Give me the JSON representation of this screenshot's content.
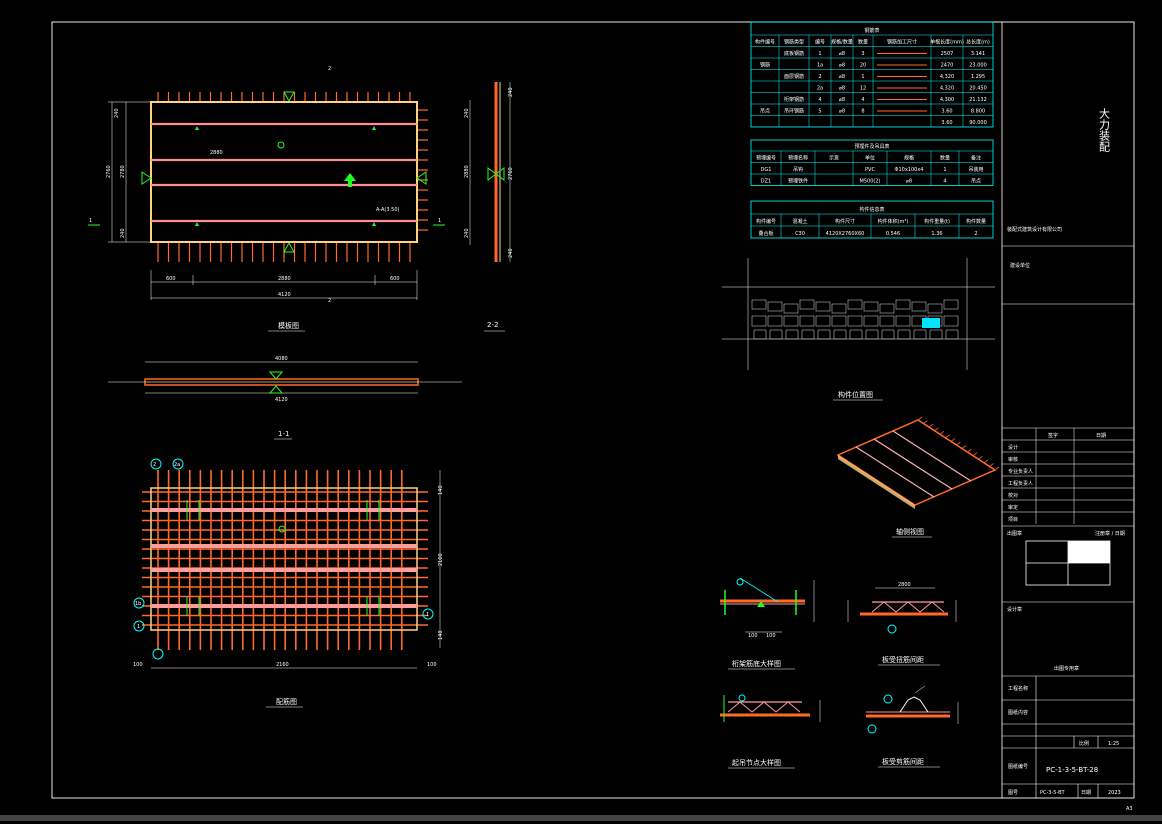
{
  "colors": {
    "background": "#000000",
    "frame": "#ffffff",
    "rebar": "#ff6a2a",
    "slab_fill": "#ff8f8f",
    "truss": "#ff8080",
    "embed_green": "#22ff22",
    "dim_line": "#ffffff",
    "table_cyan": "#00ffff",
    "highlight_cyan": "#00e5ff",
    "panel_yellow": "#ffff55"
  },
  "drawings": {
    "plan_view": {
      "caption": "模板图",
      "left_mark": "1",
      "right_mark": "1",
      "top_mark": "2",
      "bottom_mark": "2",
      "dims_bottom": [
        "600",
        "2880",
        "600"
      ],
      "dim_total": "4120",
      "dims_left": [
        "240",
        "2780",
        "240"
      ],
      "dims_left_total": "2760",
      "anno1": "2880",
      "anno2": "A-A(3.50)"
    },
    "section_22": {
      "caption": "2-2"
    },
    "section_11": {
      "caption": "1-1",
      "top_total": "4080",
      "bottom_total": "4120"
    },
    "rebar_plan": {
      "caption": "配筋图",
      "marks": [
        "2",
        "2a",
        "1b",
        "1",
        "1"
      ],
      "bottom_total": "2160",
      "bottom_left": "100",
      "bottom_right": "100"
    },
    "axonometric": {
      "caption": "轴侧视图"
    },
    "location_plan": {
      "caption": "构件位置图"
    },
    "detail_1": {
      "caption": "桁架筋底大样图",
      "dims": [
        "100",
        "100"
      ]
    },
    "detail_2": {
      "caption": "板受扭筋间距",
      "dims": [
        "2800"
      ]
    },
    "detail_3": {
      "caption": "起吊节点大样图"
    },
    "detail_4": {
      "caption": "板受剪筋间距"
    }
  },
  "tables": {
    "rebar_table": {
      "title": "钢筋表",
      "headers": [
        "构件编号",
        "钢筋类型",
        "编号",
        "规格/数量",
        "数量",
        "钢筋加工尺寸",
        "单根长度(mm)",
        "总长度(m)"
      ],
      "rows": [
        [
          "",
          "底板钢筋",
          "1",
          "⌀8",
          "3",
          "",
          "2507",
          "3.141"
        ],
        [
          "钢筋",
          "",
          "1a",
          "⌀8",
          "20",
          "",
          "2470",
          "23.000"
        ],
        [
          "",
          "面层钢筋",
          "2",
          "⌀8",
          "1",
          "",
          "4,320",
          "1.295"
        ],
        [
          "",
          "",
          "2a",
          "⌀8",
          "12",
          "",
          "4,320",
          "20.450"
        ],
        [
          "",
          "桁架钢筋",
          "4",
          "⌀8",
          "4",
          "",
          "4,300",
          "21.132"
        ],
        [
          "吊点",
          "吊环钢筋",
          "5",
          "⌀8",
          "8",
          "",
          "3.60",
          "8.800"
        ],
        [
          "",
          "",
          "",
          "",
          "",
          "",
          "3.60",
          "90.000"
        ]
      ]
    },
    "embed_table": {
      "title": "预埋件及吊具表",
      "headers": [
        "预埋编号",
        "预埋名称",
        "示意",
        "单位",
        "规格",
        "数量",
        "备注"
      ],
      "rows": [
        [
          "DG1",
          "吊钩",
          "",
          "PVC",
          "Φ10x100x4",
          "1",
          "吊装用"
        ],
        [
          "DZ1",
          "预埋铁件",
          "",
          "M500(2)",
          "⌀8",
          "4",
          "吊点"
        ]
      ]
    },
    "member_table": {
      "title": "构件信息表",
      "headers": [
        "构件编号",
        "混凝土",
        "构件尺寸",
        "构件体积(m³)",
        "构件重量(t)",
        "构件数量"
      ],
      "rows": [
        [
          "叠合板",
          "C30",
          "4120X2760X60",
          "0.546",
          "1.36",
          "2"
        ]
      ]
    }
  },
  "title_block": {
    "company": "大力装配",
    "small_note": "装配式建筑设计有限公司",
    "project_label": "建设单位",
    "table_header": [
      "签字",
      "日期"
    ],
    "signatures": [
      "设计",
      "审核",
      "专业负责人",
      "工程负责人",
      "校对",
      "审定",
      "项目"
    ],
    "stamp_label": "出图章",
    "stamp_note": "注册章 / 日期",
    "design_label": "设计章",
    "design_note": "出图专用章",
    "drawing_name_label": "工程名称",
    "drawing_content_label": "图纸内容",
    "scale_label": "比例",
    "scale_value": "1:25",
    "sheet_label": "图纸编号",
    "drawing_number": "PC-1-3-5-BT-28",
    "number_label": "图号",
    "project_no": "PC-3-5-BT",
    "date_label": "日期",
    "date_value": "2023",
    "page_corner": "A3"
  }
}
